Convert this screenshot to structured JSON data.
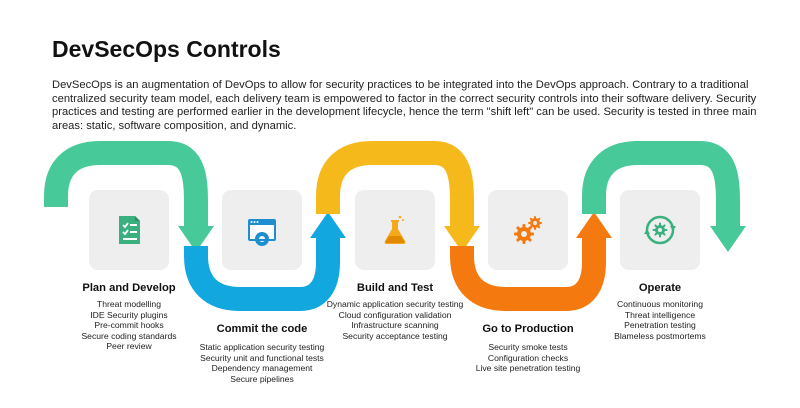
{
  "title": "DevSecOps Controls",
  "intro": "DevSecOps is an augmentation of DevOps to allow for security practices to be integrated into the DevOps approach. Contrary to a traditional centralized security team model, each delivery team is empowered to factor in the correct security controls into their software delivery. Security practices and testing are performed earlier in the development lifecycle, hence the term \"shift left\" can be used. Security is tested in three main areas: static, software composition, and dynamic.",
  "colors": {
    "green": "#48c99a",
    "blue": "#12a7de",
    "yellow": "#f6b91c",
    "orange": "#f47a10",
    "icon_blue": "#1d8fd0",
    "icon_green": "#3ab07f",
    "icon_yellow": "#f3a91a",
    "icon_orange": "#f47a10",
    "box_bg": "#eeeeee"
  },
  "stages": [
    {
      "label": "Plan and Develop",
      "icon": "checklist-icon",
      "items": [
        "Threat modelling",
        "IDE Security plugins",
        "Pre-commit hooks",
        "Secure coding standards",
        "Peer review"
      ]
    },
    {
      "label": "Commit the code",
      "icon": "browser-gear-icon",
      "items": [
        "Static application security testing",
        "Security unit and functional tests",
        "Dependency management",
        "Secure pipelines"
      ]
    },
    {
      "label": "Build and Test",
      "icon": "flask-icon",
      "items": [
        "Dynamic application security testing",
        "Cloud configuration validation",
        "Infrastructure scanning",
        "Security acceptance testing"
      ]
    },
    {
      "label": "Go to Production",
      "icon": "gears-icon",
      "items": [
        "Security smoke tests",
        "Configuration checks",
        "Live site penetration testing"
      ]
    },
    {
      "label": "Operate",
      "icon": "cycle-gear-icon",
      "items": [
        "Continuous monitoring",
        "Threat intelligence",
        "Penetration testing",
        "Blameless postmortems"
      ]
    }
  ]
}
